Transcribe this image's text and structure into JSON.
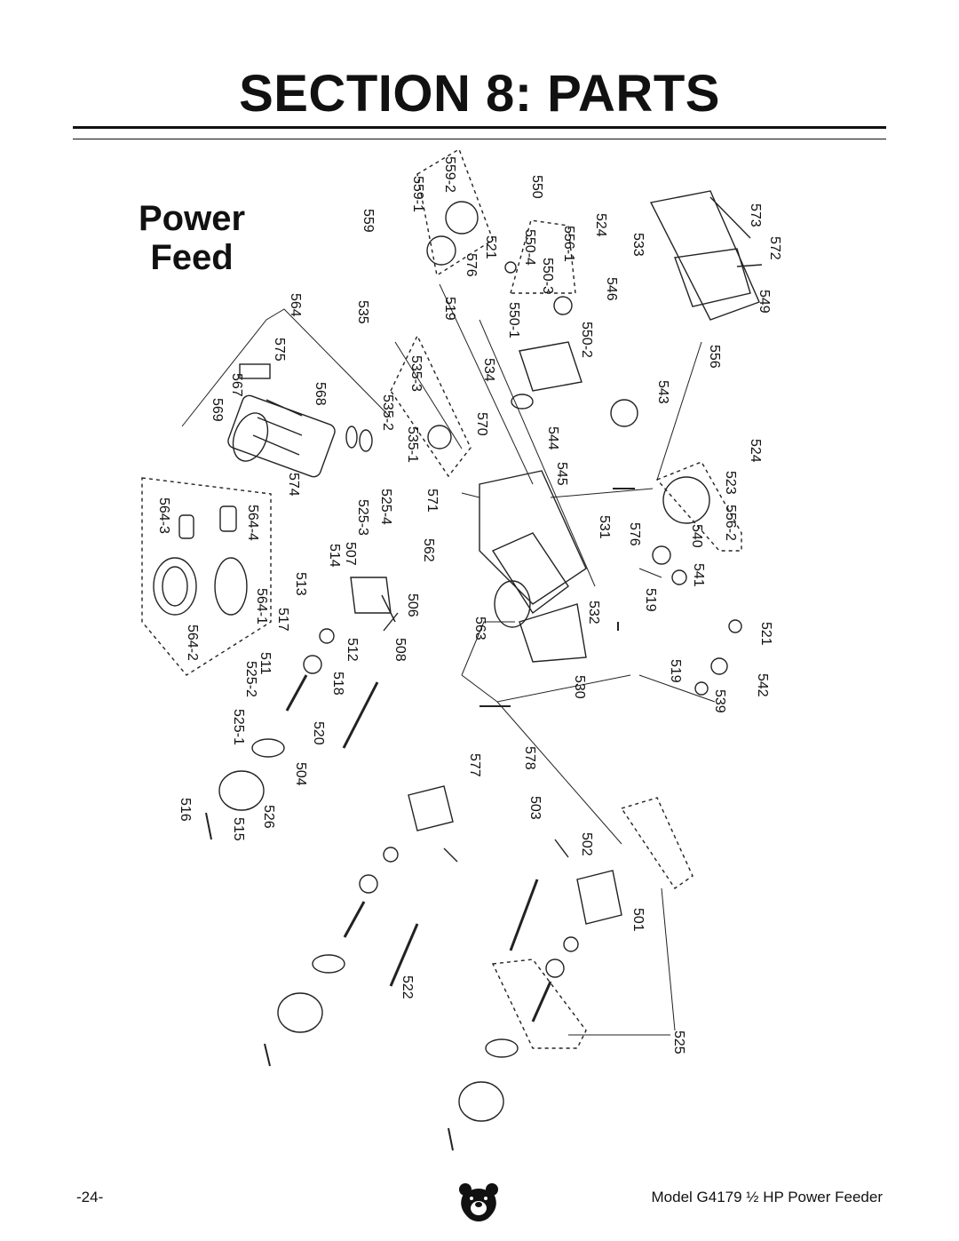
{
  "header": {
    "title": "SECTION 8: PARTS"
  },
  "section": {
    "line1": "Power",
    "line2": "Feed"
  },
  "footer": {
    "page": "-24-",
    "model": "Model G4179 ½ HP Power Feeder"
  },
  "logo": {
    "icon": "bear-head-icon"
  },
  "parts": [
    "564",
    "575",
    "567",
    "569",
    "568",
    "535",
    "535-3",
    "535-2",
    "535-1",
    "570",
    "574",
    "564-3",
    "564-4",
    "564-1",
    "564-2",
    "559",
    "559-1",
    "559-2",
    "519",
    "576",
    "521",
    "550",
    "550-4",
    "550-3",
    "550-1",
    "550-2",
    "556-1",
    "524",
    "546",
    "533",
    "573",
    "572",
    "549",
    "534",
    "543",
    "556",
    "544",
    "545",
    "531",
    "524",
    "523",
    "556-2",
    "540",
    "576",
    "541",
    "519",
    "521",
    "542",
    "539",
    "519",
    "571",
    "562",
    "563",
    "532",
    "530",
    "507",
    "525-3",
    "525-4",
    "514",
    "513",
    "506",
    "517",
    "511",
    "512",
    "508",
    "525-2",
    "525-1",
    "518",
    "520",
    "504",
    "526",
    "516",
    "515",
    "577",
    "578",
    "503",
    "502",
    "501",
    "525",
    "522"
  ]
}
